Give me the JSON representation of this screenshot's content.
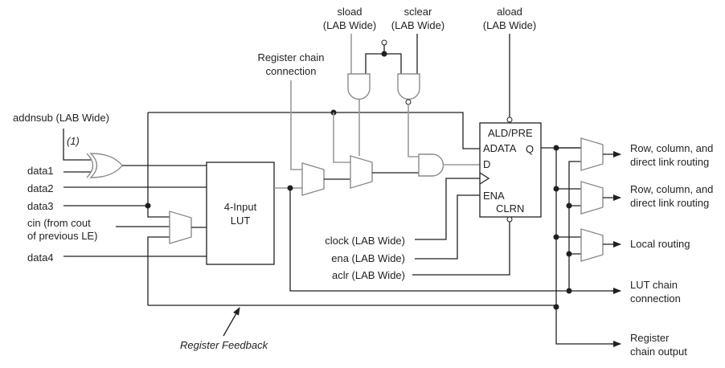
{
  "diagram": {
    "inputs": {
      "addnsub": "addnsub (LAB Wide)",
      "note": "(1)",
      "data1": "data1",
      "data2": "data2",
      "data3": "data3",
      "cin_line1": "cin (from cout",
      "cin_line2": "of previous LE)",
      "data4": "data4"
    },
    "top_controls": {
      "sload_line1": "sload",
      "sload_line2": "(LAB Wide)",
      "sclear_line1": "sclear",
      "sclear_line2": "(LAB Wide)",
      "aload_line1": "aload",
      "aload_line2": "(LAB Wide)",
      "reg_chain_line1": "Register chain",
      "reg_chain_line2": "connection"
    },
    "lut": {
      "line1": "4-Input",
      "line2": "LUT"
    },
    "register": {
      "ald_pre": "ALD/PRE",
      "adata": "ADATA",
      "q": "Q",
      "d": "D",
      "ena": "ENA",
      "clrn": "CLRN"
    },
    "bottom_controls": {
      "clock": "clock (LAB Wide)",
      "ena": "ena (LAB Wide)",
      "aclr": "aclr (LAB Wide)"
    },
    "outputs": {
      "row_col_1_line1": "Row, column, and",
      "row_col_1_line2": "direct link routing",
      "row_col_2_line1": "Row, column, and",
      "row_col_2_line2": "direct link routing",
      "local": "Local routing",
      "lut_chain_line1": "LUT chain",
      "lut_chain_line2": "connection",
      "reg_chain_line1": "Register",
      "reg_chain_line2": "chain output"
    },
    "annotations": {
      "register_feedback": "Register Feedback"
    }
  }
}
